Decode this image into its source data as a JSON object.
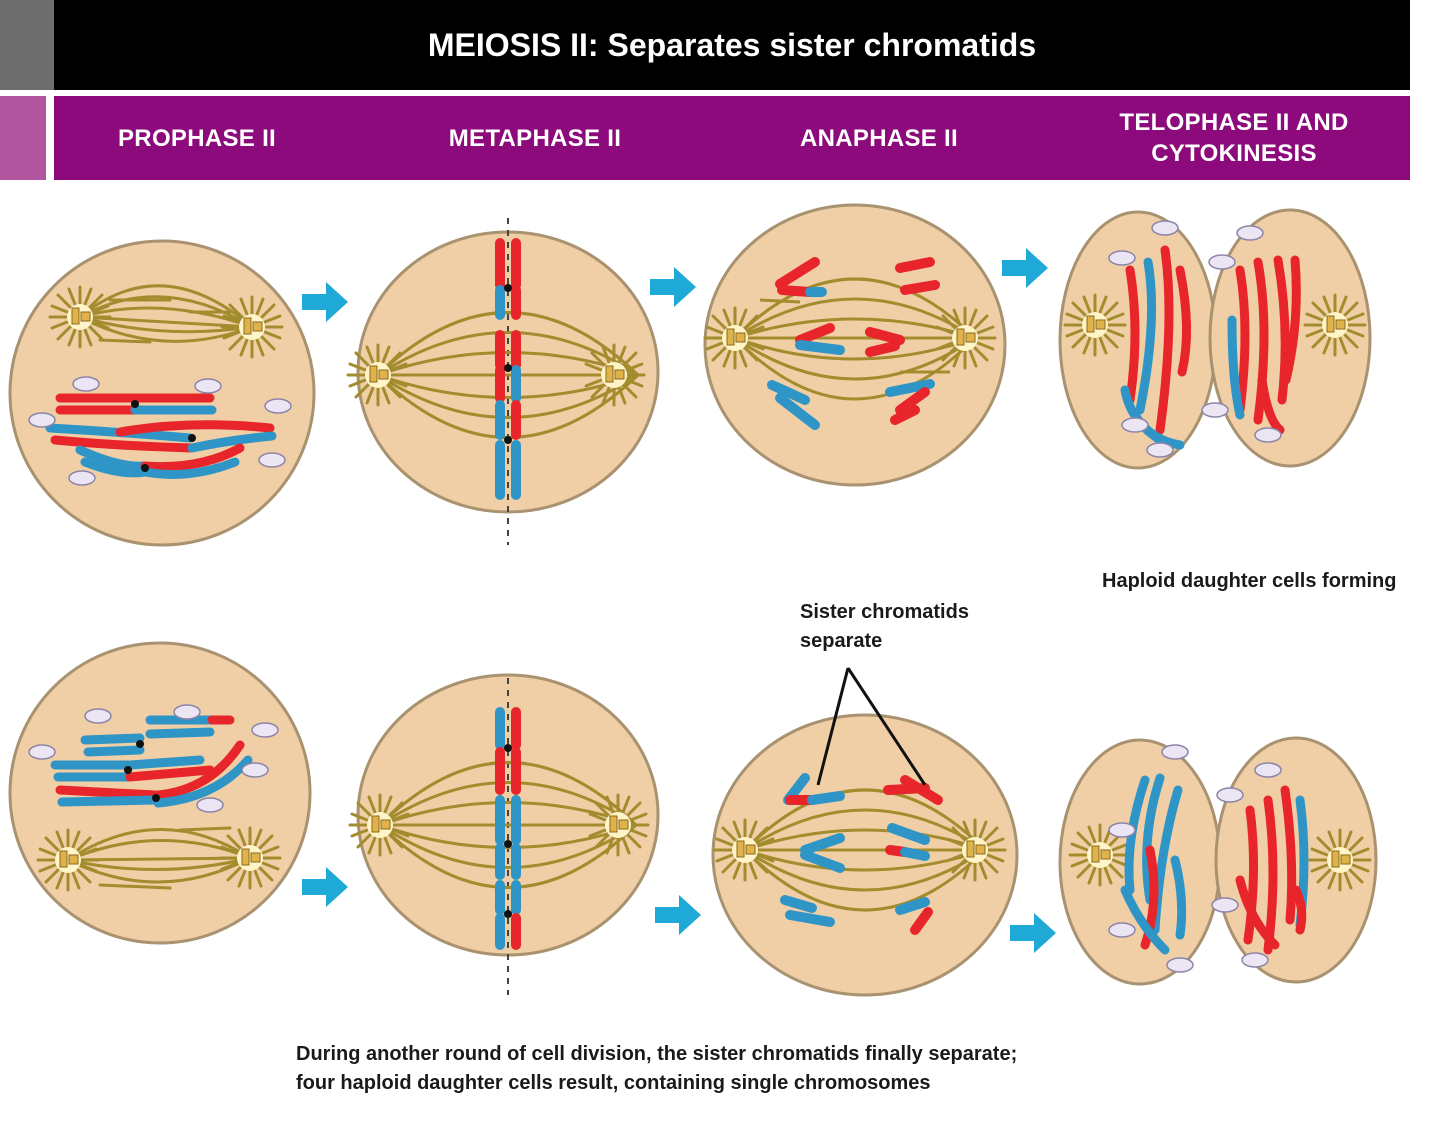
{
  "header": {
    "title": "MEIOSIS II: Separates sister chromatids"
  },
  "phases": [
    {
      "label": "PROPHASE II"
    },
    {
      "label": "METAPHASE II"
    },
    {
      "label": "ANAPHASE II"
    },
    {
      "label": "TELOPHASE II AND CYTOKINESIS"
    }
  ],
  "annotations": {
    "sister_chromatids": "Sister chromatids separate",
    "haploid_cells": "Haploid daughter cells forming"
  },
  "caption": {
    "line1": "During another round of cell division, the sister chromatids finally separate;",
    "line2": "four haploid daughter cells result, containing single chromosomes"
  },
  "colors": {
    "title_bar": "#000000",
    "phase_bar": "#8c0a7c",
    "cell_fill": "#f1cfa6",
    "cell_outline": "#a89270",
    "spindle": "#a28c2e",
    "chromatid_red": "#e8252b",
    "chromatid_blue": "#2f95c7",
    "arrow": "#1fa9d6"
  }
}
